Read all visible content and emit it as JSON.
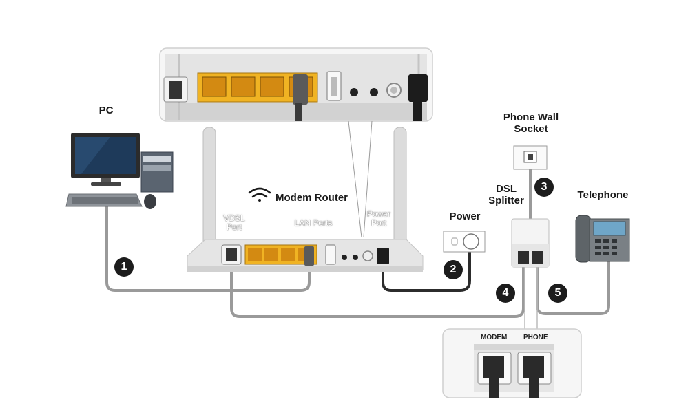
{
  "labels": {
    "pc": "PC",
    "modem_router": "Modem Router",
    "vdsl_port": "VDSL\nPort",
    "lan_ports": "LAN Ports",
    "power_port": "Power\nPort",
    "power": "Power",
    "phone_wall_socket": "Phone Wall\nSocket",
    "dsl_splitter": "DSL\nSplitter",
    "telephone": "Telephone",
    "zoom_modem": "MODEM",
    "zoom_phone": "PHONE"
  },
  "steps": [
    "1",
    "2",
    "3",
    "4",
    "5"
  ],
  "icons": {
    "wifi": "wifi-icon",
    "pc": "desktop-computer-icon",
    "telephone": "desk-telephone-icon",
    "outlet": "power-outlet-icon",
    "wall_socket": "phone-wall-socket-icon",
    "splitter": "dsl-splitter-icon",
    "router": "modem-router-icon"
  },
  "colors": {
    "lan_port": "#f0b323",
    "cable_gray": "#9a9a9a",
    "cable_dark": "#2c2c2c",
    "badge": "#1c1c1c",
    "monitor_screen": "#1e3a5a",
    "phone_screen": "#6fa6c8"
  }
}
